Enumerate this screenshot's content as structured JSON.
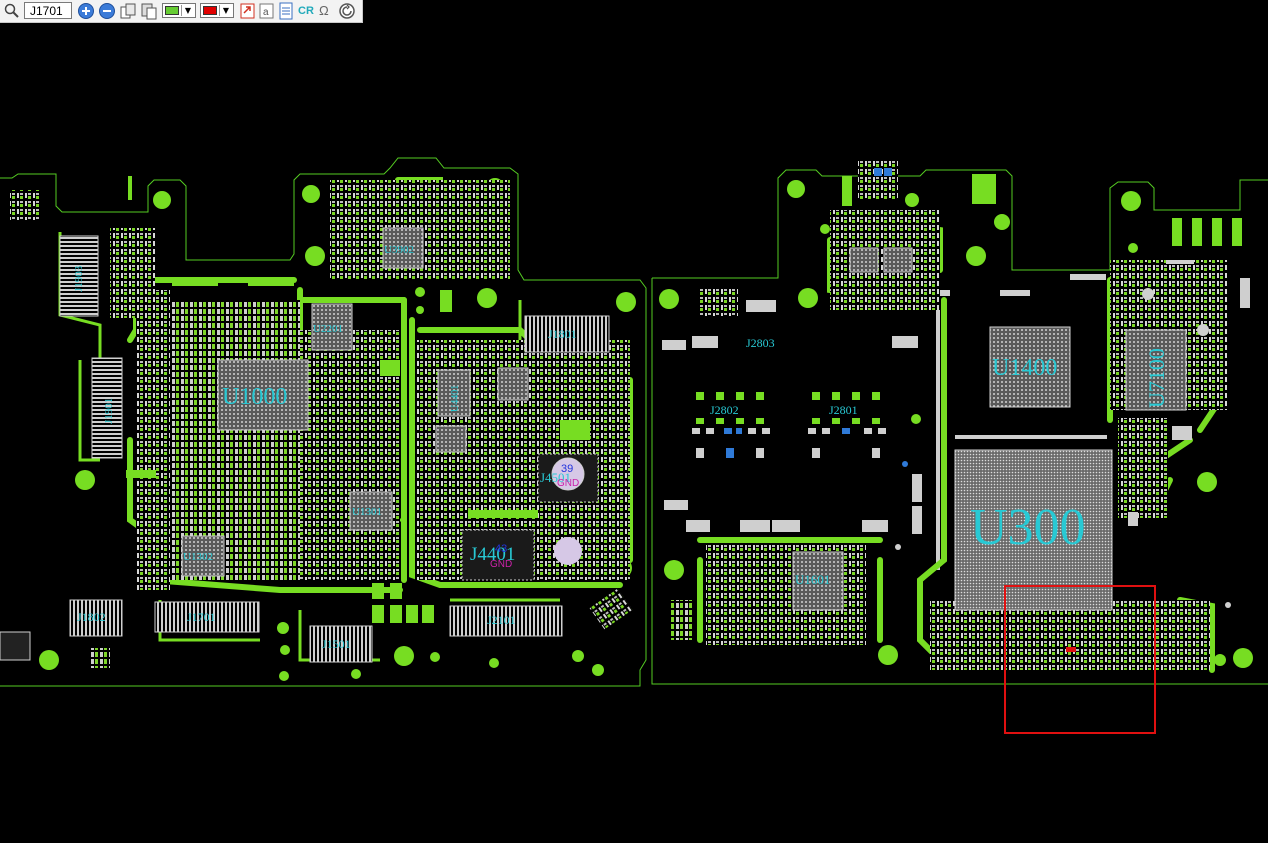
{
  "toolbar": {
    "search_value": "J1701",
    "icons": [
      "search-icon",
      "zoom-in-icon",
      "zoom-out-icon",
      "copy-icon",
      "paste-icon",
      "fill-color-dropdown",
      "line-color-dropdown",
      "export-icon",
      "text-a-icon",
      "document-icon",
      "cr-label",
      "omega-icon",
      "refresh-icon"
    ],
    "cr_label": "CR",
    "omega_label": "Ω",
    "fill_color": "#66cc33",
    "line_color": "#e00000"
  },
  "board": {
    "trace_color": "#77dd22",
    "outline_color": "#55cc22",
    "pad_color": "#cfcfcf",
    "label_color": "#28c9d4",
    "highlight_color": "#e01010",
    "components": {
      "u1000": "U1000",
      "u300": "U300",
      "u1400": "U1400",
      "u7100": "U7100",
      "u3902": "U3902",
      "u2201": "U2201",
      "u1301": "U1301",
      "u1302": "U1302",
      "u4401": "U4401",
      "u1601": "U1601",
      "j1903": "J1903",
      "j1901": "J1901",
      "j1802": "J1802",
      "j1701": "J1701",
      "j1501": "J1501",
      "j2101": "J2101",
      "j1801": "J1801",
      "j2803": "J2803",
      "j2802": "J2802",
      "j2801": "J2801",
      "j4501": "J4501",
      "j4501_num": "39",
      "j4501_gnd": "GND",
      "j4401": "J4401",
      "j4401_num": "43",
      "j4401_gnd": "GND"
    }
  }
}
